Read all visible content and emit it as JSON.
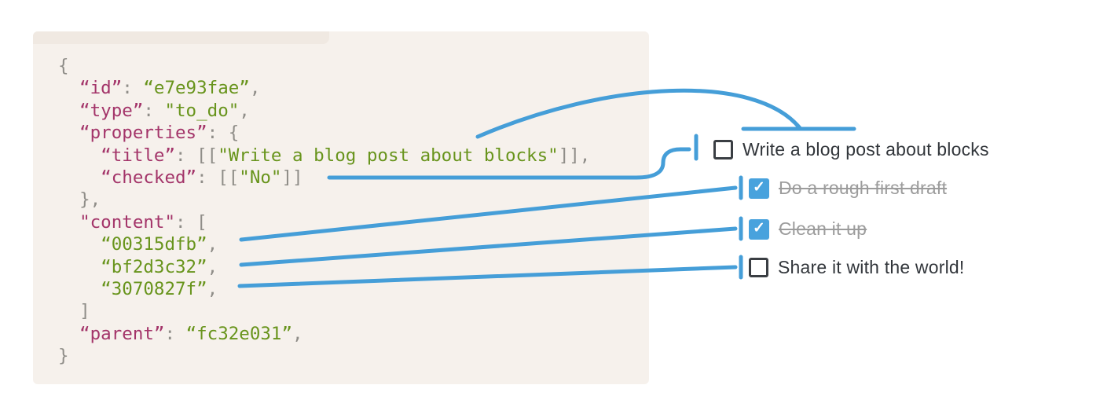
{
  "colors": {
    "accent_blue": "#459ed8",
    "checkbox_blue": "#48a2dd",
    "panel_bg": "#f6f1ec",
    "panel_strip": "#f0e9e2",
    "code_key": "#a33469",
    "code_string": "#68941c",
    "code_punct": "#8f8d88",
    "todo_text_dark": "#32363b",
    "todo_text_done": "#9c9c9c",
    "checkbox_border": "#3a3e43"
  },
  "code": {
    "lines": [
      [
        [
          "p",
          "{"
        ]
      ],
      [
        [
          "p",
          "  "
        ],
        [
          "k",
          "“id”"
        ],
        [
          "p",
          ": "
        ],
        [
          "s",
          "“e7e93fae”"
        ],
        [
          "p",
          ","
        ]
      ],
      [
        [
          "p",
          "  "
        ],
        [
          "k",
          "“type”"
        ],
        [
          "p",
          ": "
        ],
        [
          "s",
          "\"to_do\""
        ],
        [
          "p",
          ","
        ]
      ],
      [
        [
          "p",
          "  "
        ],
        [
          "k",
          "“properties”"
        ],
        [
          "p",
          ": {"
        ]
      ],
      [
        [
          "p",
          "    "
        ],
        [
          "k",
          "“title”"
        ],
        [
          "p",
          ": [["
        ],
        [
          "s",
          "\"Write a blog post about blocks\""
        ],
        [
          "p",
          "]],"
        ]
      ],
      [
        [
          "p",
          "    "
        ],
        [
          "k",
          "“checked”"
        ],
        [
          "p",
          ": [["
        ],
        [
          "s",
          "\"No\""
        ],
        [
          "p",
          "]]"
        ]
      ],
      [
        [
          "p",
          "  },"
        ]
      ],
      [
        [
          "p",
          "  "
        ],
        [
          "k",
          "\"content\""
        ],
        [
          "p",
          ": ["
        ]
      ],
      [
        [
          "p",
          "    "
        ],
        [
          "s",
          "“00315dfb”"
        ],
        [
          "p",
          ","
        ]
      ],
      [
        [
          "p",
          "    "
        ],
        [
          "s",
          "“bf2d3c32”"
        ],
        [
          "p",
          ","
        ]
      ],
      [
        [
          "p",
          "    "
        ],
        [
          "s",
          "“3070827f”"
        ],
        [
          "p",
          ","
        ]
      ],
      [
        [
          "p",
          "  ]"
        ]
      ],
      [
        [
          "p",
          "  "
        ],
        [
          "k",
          "“parent”"
        ],
        [
          "p",
          ": "
        ],
        [
          "s",
          "“fc32e031”"
        ],
        [
          "p",
          ","
        ]
      ],
      [
        [
          "p",
          "}"
        ]
      ]
    ]
  },
  "todo": {
    "check_glyph": "✓",
    "items": [
      {
        "label": "Write a blog post about blocks",
        "checked": false,
        "completed": false
      },
      {
        "label": "Do a rough first draft",
        "checked": true,
        "completed": true
      },
      {
        "label": "Clean it up",
        "checked": true,
        "completed": true
      },
      {
        "label": "Share it with the world!",
        "checked": false,
        "completed": false
      }
    ]
  }
}
